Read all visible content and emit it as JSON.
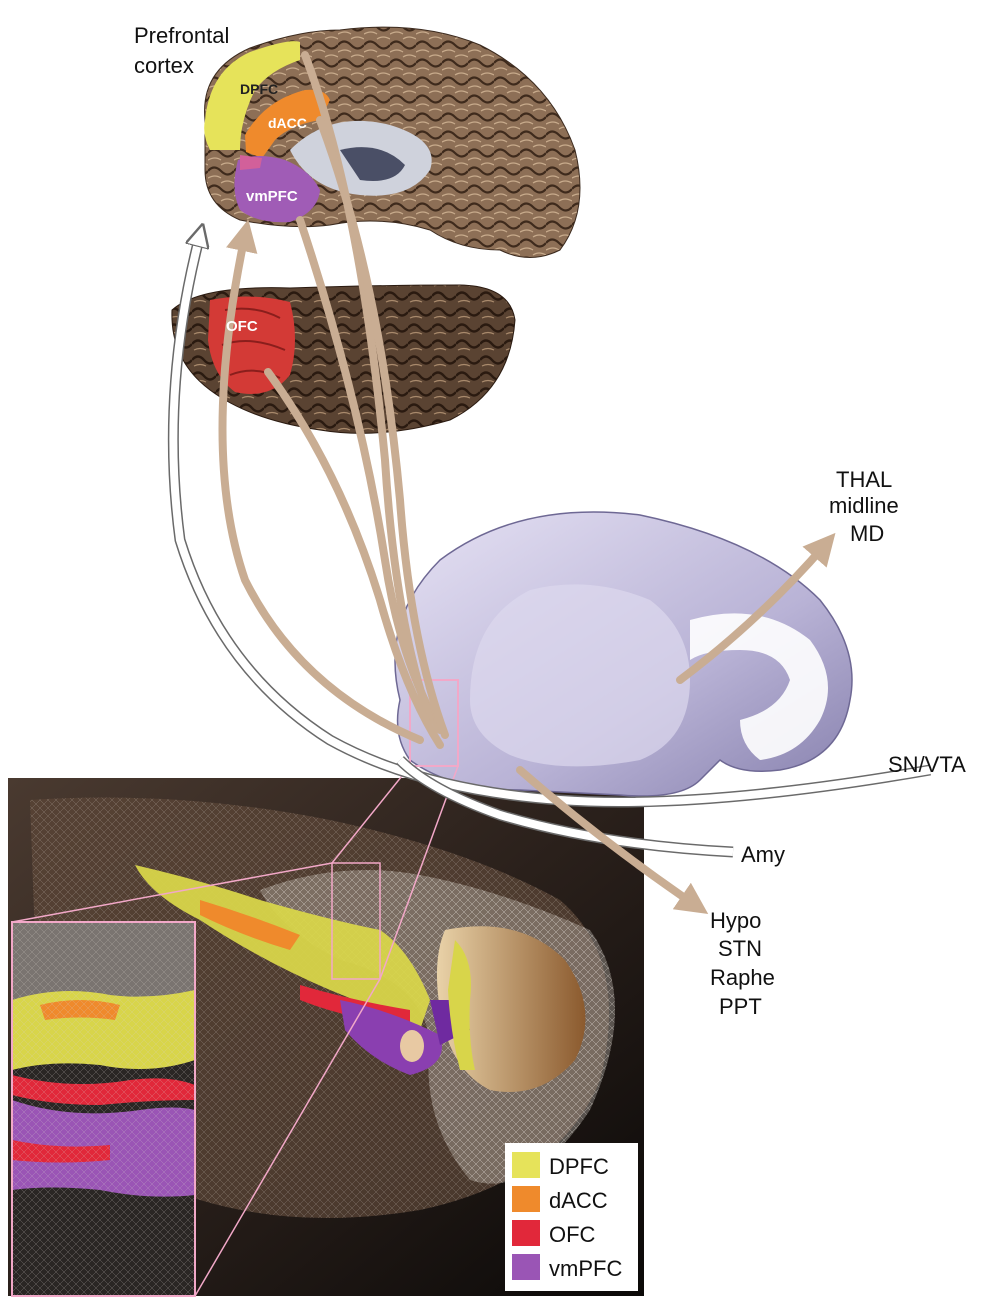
{
  "labels": {
    "prefrontal_line1": "Prefrontal",
    "prefrontal_line2": "cortex",
    "dpfc": "DPFC",
    "dacc": "dACC",
    "vmpfc": "vmPFC",
    "ofc": "OFC",
    "thal_line1": "THAL",
    "thal_line2": "midline",
    "thal_line3": "MD",
    "snvta": "SN/VTA",
    "amy": "Amy",
    "hypo": "Hypo",
    "stn": "STN",
    "raphe": "Raphe",
    "ppt": "PPT"
  },
  "legend": [
    {
      "label": "DPFC",
      "color": "#e6e35a"
    },
    {
      "label": "dACC",
      "color": "#ef8a2c"
    },
    {
      "label": "OFC",
      "color": "#e1283a"
    },
    {
      "label": "vmPFC",
      "color": "#9a55b5"
    }
  ],
  "colors": {
    "cortex": "#8b6e55",
    "striatum": "#c9c4e0",
    "projection": "#c9ad93",
    "return_path": "#ffffff"
  }
}
